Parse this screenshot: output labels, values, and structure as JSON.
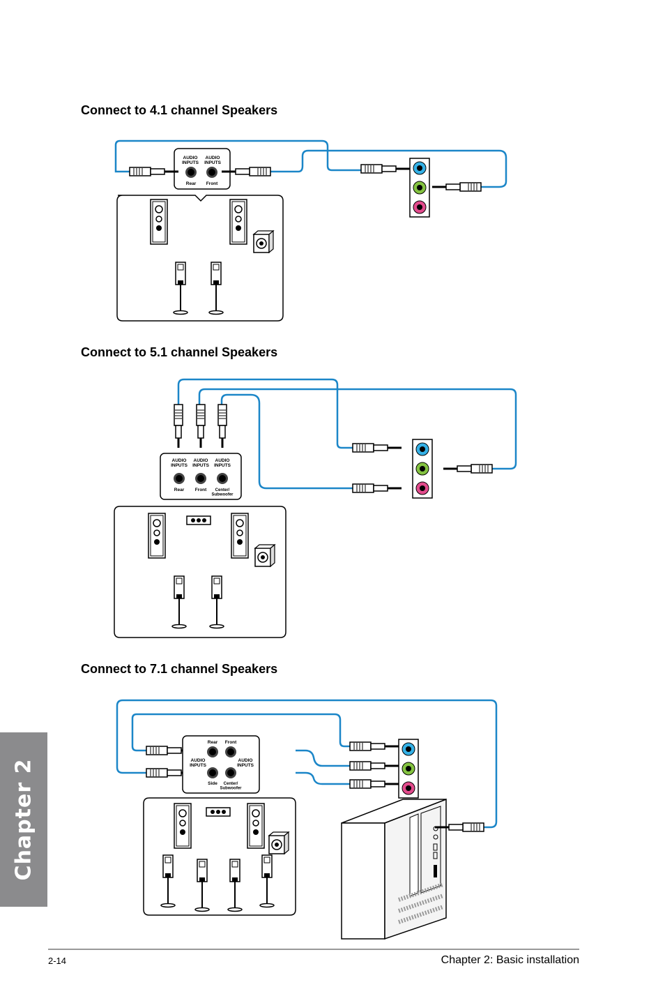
{
  "sections": [
    {
      "heading": "Connect to 4.1 channel Speakers",
      "inputs": [
        "AUDIO\nINPUTS",
        "AUDIO\nINPUTS"
      ],
      "ports": [
        "Rear",
        "Front"
      ]
    },
    {
      "heading": "Connect to 5.1 channel Speakers",
      "inputs": [
        "AUDIO\nINPUTS",
        "AUDIO\nINPUTS",
        "AUDIO\nINPUTS"
      ],
      "ports": [
        "Rear",
        "Front",
        "Center/\nSubwoofer"
      ]
    },
    {
      "heading": "Connect to 7.1 channel Speakers",
      "inputs": [
        "AUDIO\nINPUTS",
        "AUDIO\nINPUTS"
      ],
      "ports": [
        "Rear",
        "Front",
        "Side",
        "Center/\nSubwoofer"
      ]
    }
  ],
  "chapter_tab": "Chapter 2",
  "footer": {
    "page_number": "2-14",
    "title": "Chapter 2: Basic installation"
  },
  "colors": {
    "cable": "#1b86c8",
    "jack_blue": "#35b1e6",
    "jack_green": "#84c341",
    "jack_pink": "#e24b8c",
    "tab": "#8b8b8d"
  }
}
